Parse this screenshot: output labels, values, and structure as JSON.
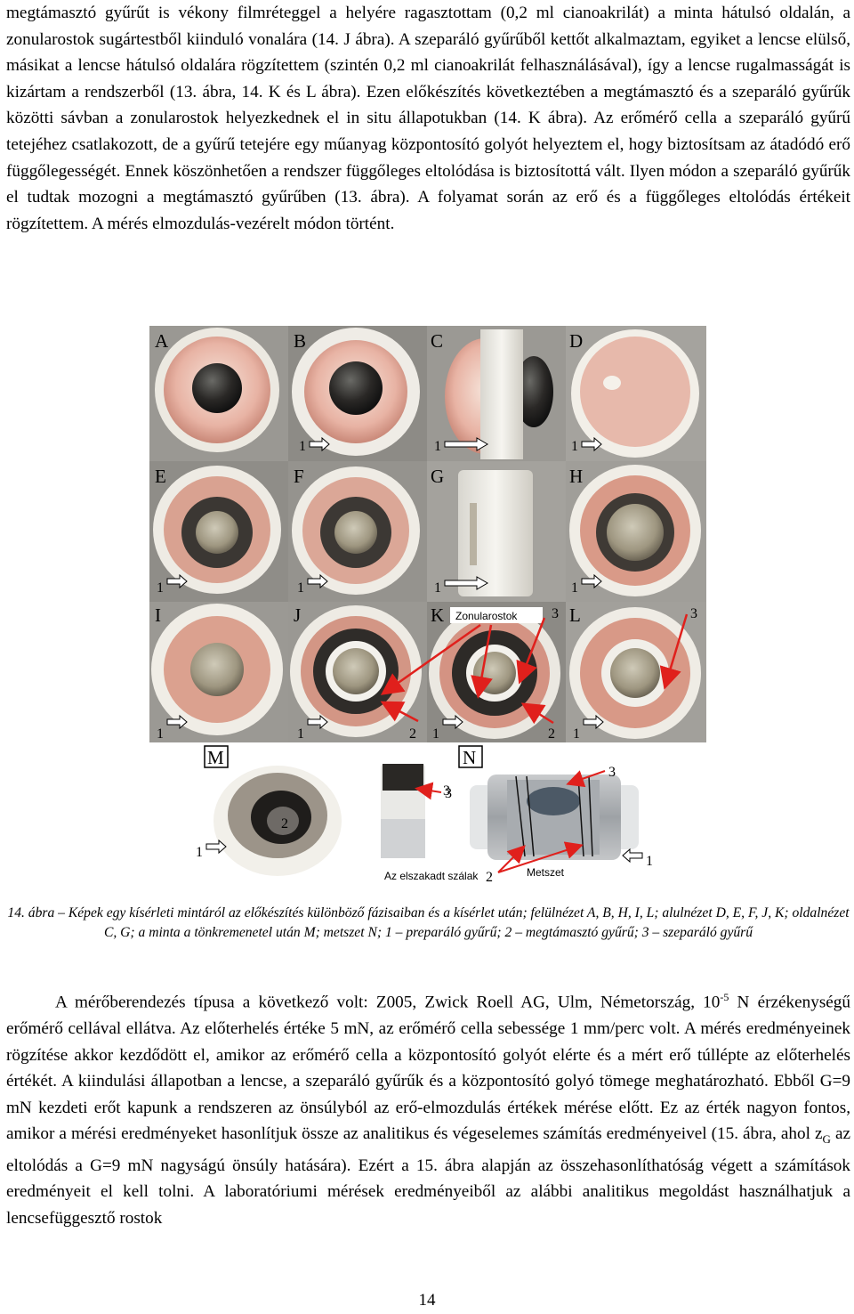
{
  "paragraph_1": "megtámasztó gyűrűt is vékony filmréteggel a helyére ragasztottam (0,2 ml cianoakrilát) a minta hátulsó oldalán, a zonularostok sugártestből kiinduló vonalára (14. J ábra). A szeparáló gyűrűből kettőt alkalmaztam, egyiket a lencse elülső, másikat a lencse hátulsó oldalára rögzítettem (szintén 0,2 ml cianoakrilát felhasználásával), így a lencse rugalmasságát is kizártam a rendszerből (13. ábra, 14. K és L ábra). Ezen előkészítés következtében a megtámasztó és a szeparáló gyűrűk közötti sávban a zonularostok helyezkednek el in situ állapotukban (14. K ábra). Az erőmérő cella a szeparáló gyűrű tetejéhez csatlakozott, de a gyűrű tetejére egy műanyag központosító golyót helyeztem el, hogy biztosítsam az átadódó erő függőlegességét. Ennek köszönhetően a rendszer függőleges eltolódása is biztosítottá vált. Ilyen módon a szeparáló gyűrűk el tudtak mozogni a megtámasztó gyűrűben (13. ábra). A folyamat során az erő és a függőleges eltolódás értékeit rögzítettem. A mérés elmozdulás-vezérelt módon történt.",
  "figure": {
    "panel_letters": [
      "A",
      "B",
      "C",
      "D",
      "E",
      "F",
      "G",
      "H",
      "I",
      "J",
      "K",
      "L",
      "M",
      "N"
    ],
    "markers": {
      "one": "1",
      "two": "2",
      "three": "3"
    },
    "label_zonularostok": "Zonularostok",
    "label_elszakadt": "Az elszakadt szálak",
    "label_metszet": "Metszet"
  },
  "caption": "14. ábra – Képek egy kísérleti mintáról az előkészítés különböző fázisaiban és a kísérlet után; felülnézet A, B, H, I, L; alulnézet D, E, F, J, K; oldalnézet C, G; a minta a tönkremenetel után M; metszet N; 1 – preparáló gyűrű; 2 – megtámasztó gyűrű; 3 – szeparáló gyűrű",
  "paragraph_2": {
    "part_a": "A mérőberendezés típusa a következő volt: Z005, Zwick Roell AG, Ulm, Németország, 10",
    "sup": "-5",
    "part_b": " N érzékenységű erőmérő cellával ellátva. Az előterhelés értéke 5 mN, az erőmérő cella sebessége 1 mm/perc volt. A mérés eredményeinek rögzítése akkor kezdődött el, amikor az erőmérő cella a központosító golyót elérte és a mért erő túllépte az előterhelés értékét. A kiindulási állapotban a lencse, a szeparáló gyűrűk és a központosító golyó tömege meghatározható. Ebből G=9 mN kezdeti erőt kapunk a rendszeren az önsúlyból az erő-elmozdulás értékek mérése előtt. Ez az érték nagyon fontos, amikor a mérési eredményeket hasonlítjuk össze az analitikus és végeselemes számítás eredményeivel (15. ábra, ahol z",
    "sub": "G",
    "part_c": " az eltolódás a G=9 mN nagyságú önsúly hatására). Ezért a 15. ábra alapján az összehasonlíthatóság végett a számítások eredményeit el kell tolni. A laboratóriumi mérések eredményeiből az alábbi analitikus megoldást használhatjuk a lencsefüggesztő rostok"
  },
  "page_number": "14"
}
